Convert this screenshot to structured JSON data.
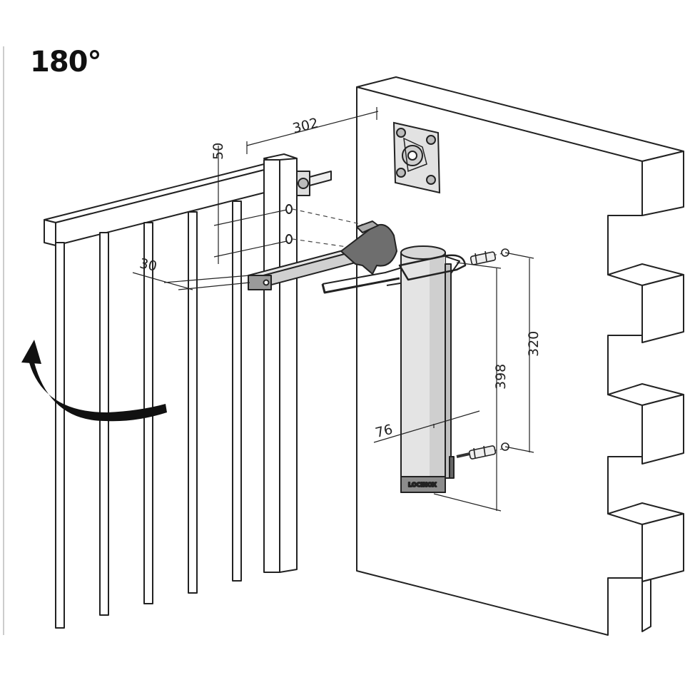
{
  "title": "180°",
  "dimensions": {
    "d302": "302",
    "d50": "50",
    "d30": "30",
    "d320": "320",
    "d398": "398",
    "d76": "76"
  },
  "brand_label": "LOCINOX",
  "colors": {
    "line": "#222222",
    "gray_light": "#e0e0e0",
    "gray_mid": "#b5b5b5",
    "gray_dark": "#7a7a7a",
    "arrow": "#111111"
  }
}
